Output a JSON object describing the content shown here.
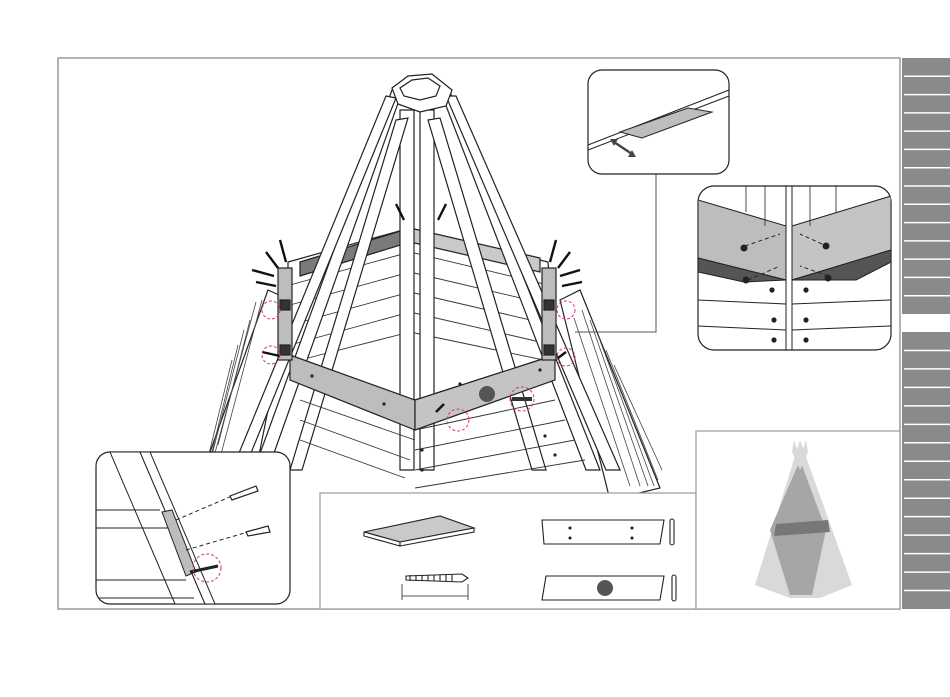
{
  "page": {
    "background": "#ffffff",
    "frame_color": "#9a9a9a",
    "tab_color": "#8a8a8a",
    "highlight_color": "#d6318a",
    "panel_gray": "#bdbdbd",
    "dark_gray": "#555555"
  },
  "tabs": {
    "upper_count": 14,
    "lower_count": 15
  },
  "panels": {
    "main": "teepee-assembly-view",
    "detail_top": "board-slide-detail",
    "detail_corner": "corner-panel-screw-detail",
    "detail_bottom_left": "pole-screw-detail",
    "parts": "parts-list",
    "overview": "teepee-overview"
  },
  "icons": {
    "screw": "screw-icon",
    "plank": "plank-icon",
    "dowel": "dowel-icon",
    "hole_panel": "hole-panel-icon",
    "arrow": "double-arrow-icon"
  }
}
